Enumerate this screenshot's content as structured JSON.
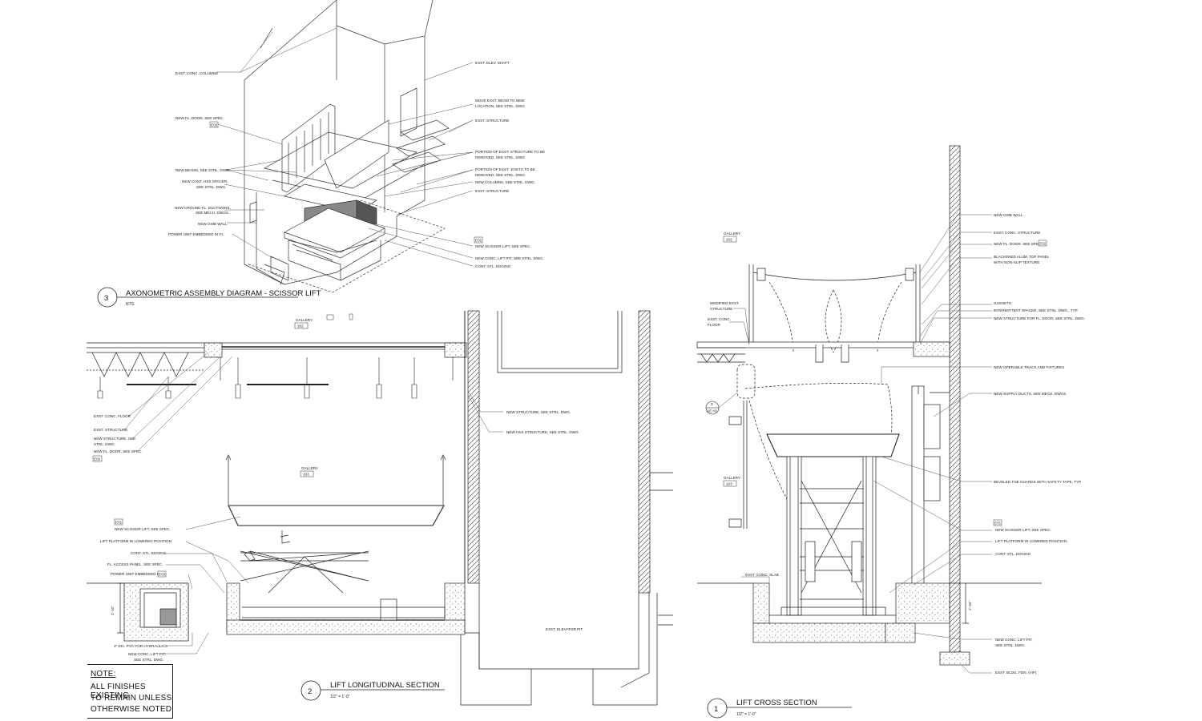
{
  "sheet": {
    "background": "#ffffff",
    "line_color": "#222222"
  },
  "view3": {
    "number": "3",
    "title": "AXONOMETRIC ASSEMBLY DIAGRAM - SCISSOR LIFT",
    "scale": "NTS.",
    "labels": {
      "exst_conc_columns": "EXST. CONC. COLUMNS",
      "new_fl_door": "NEW FL. DOOR, SEE SPEC.",
      "new_fl_door_tag": "E02",
      "new_beams": "NEW BEAMS, SEE STRL. DWG.",
      "new_cont_hss_1": "NEW CONT. HSS SPACER,",
      "new_cont_hss_2": "SEE STRL. DWG.",
      "ductwork_1": "NEW GROUND FL. DUCTWORK,",
      "ductwork_2": "SEE MECH. DWGS.",
      "new_gwb_wall": "NEW GWB WALL",
      "power_unit": "POWER UNIT EMBEDDED IN FL.",
      "exst_elev_shaft": "EXST. ELEV. SHAFT",
      "move_beam_1": "MOVE EXST. BEAM TO NEW",
      "move_beam_2": "LOCATION, SEE STRL. DWG.",
      "exst_structure_a": "EXST. STRUCTURE",
      "portion_1": "PORTION OF EXST. STRUCTURE TO BE",
      "portion_2": "REMOVED, SEE STRL. DWG.",
      "joists_1": "PORTION OF EXST. JOISTS TO BE",
      "joists_2": "REMOVED, SEE STRL. DWG.",
      "new_columns": "NEW COLUMNS, SEE STRL. DWG.",
      "exst_structure_b": "EXST. STRUCTURE",
      "tag_e01": "E01",
      "new_scissor": "NEW SCISSOR LIFT, SEE SPEC.",
      "new_pit": "NEW CONC. LIFT PIT, SEE STRL. DWG.",
      "cont_stl": "CONT. STL. EDGING"
    }
  },
  "view2": {
    "number": "2",
    "title": "LIFT LONGITUDINAL SECTION",
    "scale": "1/2\" = 1'-0\"",
    "labels": {
      "gallery_top": "GALLERY",
      "gallery_top_no": "202",
      "exst_conc_floor": "EXST. CONC. FLOOR",
      "exst_structure": "EXST. STRUCTURE",
      "new_structure_1": "NEW STRUCTURE, SEE",
      "new_structure_2": "STRL. DWG.",
      "new_fl_door": "NEW FL. DOOR, SEE SPEC.",
      "tag_e02": "E02",
      "gallery_mid": "GALLERY",
      "gallery_mid_no": "103",
      "tag_e01": "E01",
      "new_scissor": "NEW SCISSOR LIFT, SEE SPEC.",
      "lowered": "LIFT PLATFORM IN LOWERED POSITION",
      "cont_stl": "CONT. STL. EDGING",
      "access_panel": "FL. ACCESS PANEL, SEE SPEC.",
      "power_unit": "POWER UNIT EMBEDDED IN FL.",
      "tag_e03": "E03",
      "pvc": "3\" DIA. PVC FOR HYDRAULICS",
      "new_pit_1": "NEW CONC. LIFT PIT,",
      "new_pit_2": "SEE STRL. DWG.",
      "new_structure_r": "NEW STRUCTURE, SEE STRL. DWG.",
      "new_hss": "NEW HSS STRUCTURE, SEE STRL. DWG.",
      "exst_elev_pit": "EXST. ELEVATOR PIT",
      "dim": "2'-10\""
    }
  },
  "view1": {
    "number": "1",
    "title": "LIFT CROSS SECTION",
    "scale": "1/2\" = 1'-0\"",
    "labels": {
      "gallery_top": "GALLERY",
      "gallery_top_no": "202",
      "modified_1": "MODIFIED EXST.",
      "modified_2": "STRUCTURE",
      "exst_conc_1": "EXST. CONC.",
      "exst_conc_2": "FLOOR",
      "callout_no": "3",
      "callout_sheet": "AE.43",
      "gallery_mid": "GALLERY",
      "gallery_mid_no": "103",
      "exst_conc_slab": "EXST. CONC. SLAB",
      "new_gwb": "NEW GWB WALL",
      "exst_conc_structure": "EXST. CONC. STRUCTURE",
      "new_fl_door": "NEW FL. DOOR, SEE SPEC.",
      "tag_e02": "E02",
      "blackened_1": "BLACKENED ALUM. TOP PANEL",
      "blackened_2": "WITH NON-SLIP TEXTURE",
      "gussets": "GUSSETS",
      "spacer": "INTERMITTENT SPACER, SEE STRL. DWG., TYP.",
      "new_structure": "NEW STRUCTURE FOR FL. DOOR, SEE STRL. DWG.",
      "track": "NEW OPERABLE TRACK AND FIXTURES",
      "supply": "NEW SUPPLY DUCTS, SEE MECH. DWGS.",
      "toe_guards": "BEVELED TOE GUARDS WITH SAFETY TAPE, TYP.",
      "tag_e01": "E01",
      "new_scissor": "NEW SCISSOR LIFT, SEE SPEC.",
      "lowered": "LIFT PLATFORM IN LOWERED POSITION",
      "cont_stl": "CONT. STL. EDGING",
      "new_pit_1": "NEW CONC. LIFT PIT,",
      "new_pit_2": "SEE STRL. DWG.",
      "exst_bldg_fdn": "EXST. BLDG. FDN. (VIF)",
      "dim": "2'-10\""
    }
  },
  "note": {
    "title": "NOTE:",
    "lines": [
      "ALL FINISHES EXISTING",
      "TO REMAIN UNLESS",
      "OTHERWISE NOTED"
    ]
  }
}
